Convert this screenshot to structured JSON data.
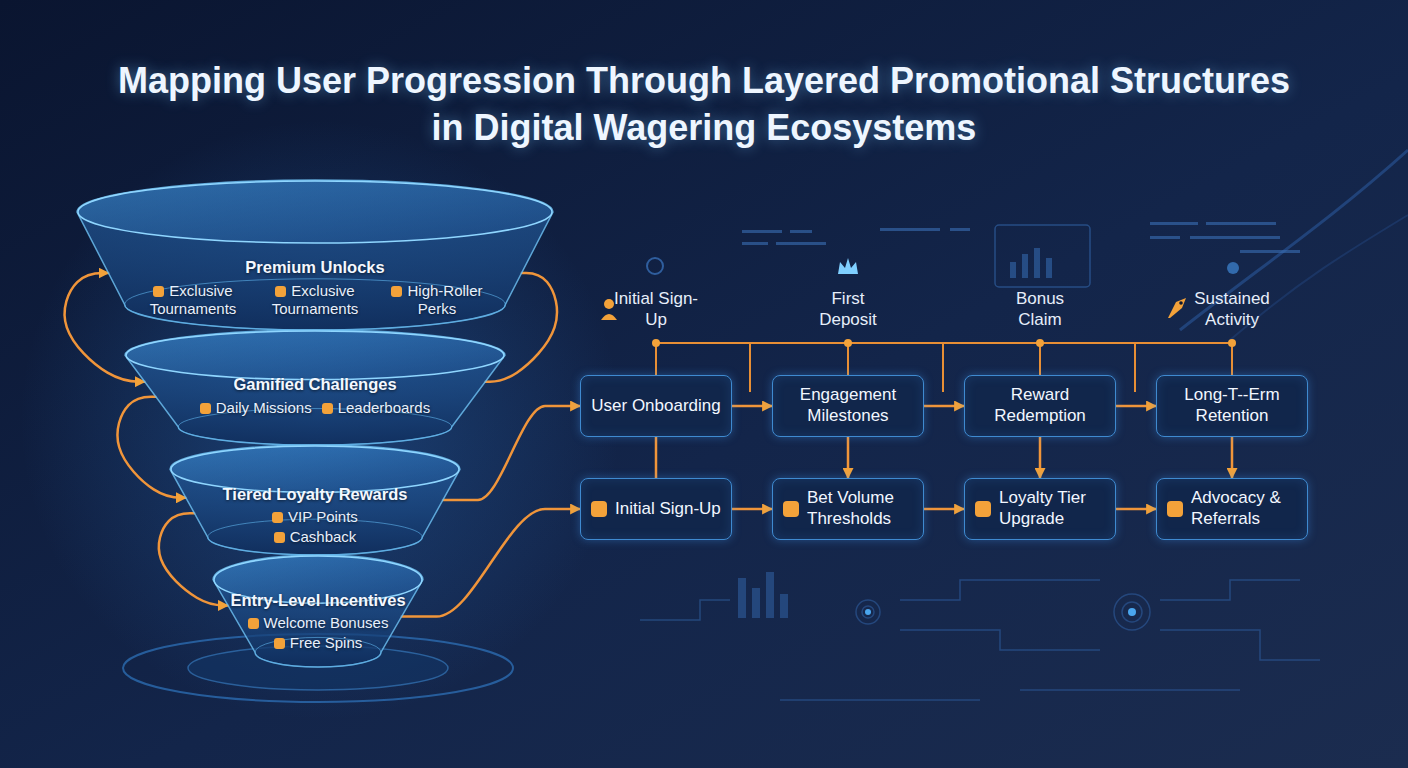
{
  "diagram": {
    "title": "Mapping User Progression Through Layered Promotional Structures in Digital Wagering Ecosystems",
    "nodes": [
      {
        "text": [
          "Premium Unlocks",
          "Exclusive Tournaments",
          "Exclusive Tournaments",
          "High-Roller Perks"
        ]
      },
      {
        "text": [
          "Gamified Challenges",
          "Daily Missions",
          "Leaderboards"
        ]
      },
      {
        "text": [
          "Tiered Loyalty Rewards",
          "VIP Points",
          "Cashback"
        ]
      },
      {
        "text": [
          "Entry-Level Incentives",
          "Welcome Bonuses",
          "Free Spins"
        ]
      },
      {
        "text": [
          "User Onboarding"
        ]
      },
      {
        "text": [
          "Engagement Milestones"
        ]
      },
      {
        "text": [
          "Reward Redemption"
        ]
      },
      {
        "text": [
          "Long-T--Erm Retention"
        ]
      },
      {
        "text": [
          "Initial Sign-Up"
        ]
      },
      {
        "text": [
          "Bet Volume Thresholds"
        ]
      },
      {
        "text": [
          "Loyalty Tier Upgrade"
        ]
      },
      {
        "text": [
          "Advocacy & Referrals"
        ]
      }
    ],
    "edges": [
      {
        "from": 0,
        "to": 1,
        "arrow": "both"
      },
      {
        "from": 0,
        "to": 1,
        "arrow": "none"
      },
      {
        "from": 1,
        "to": 2,
        "arrow": "to"
      },
      {
        "from": 2,
        "to": 3,
        "arrow": "to"
      },
      {
        "from": 2,
        "to": 4,
        "arrow": "to"
      },
      {
        "from": 3,
        "to": 8,
        "arrow": "to"
      },
      {
        "from": 4,
        "to": 5,
        "arrow": "to"
      },
      {
        "from": 5,
        "to": 6,
        "arrow": "to"
      },
      {
        "from": 6,
        "to": 7,
        "arrow": "to"
      },
      {
        "from": 8,
        "to": 9,
        "arrow": "to"
      },
      {
        "from": 9,
        "to": 10,
        "arrow": "to"
      },
      {
        "from": 10,
        "to": 11,
        "arrow": "to"
      },
      {
        "from": 4,
        "to": 8,
        "arrow": "none"
      },
      {
        "from": 5,
        "to": 9,
        "arrow": "to"
      },
      {
        "from": 6,
        "to": 10,
        "arrow": "to"
      },
      {
        "from": 7,
        "to": 11,
        "arrow": "to"
      }
    ],
    "labels": [
      "Initial Sign-Up",
      "First Deposit",
      "Bonus Claim",
      "Sustained Activity"
    ]
  }
}
